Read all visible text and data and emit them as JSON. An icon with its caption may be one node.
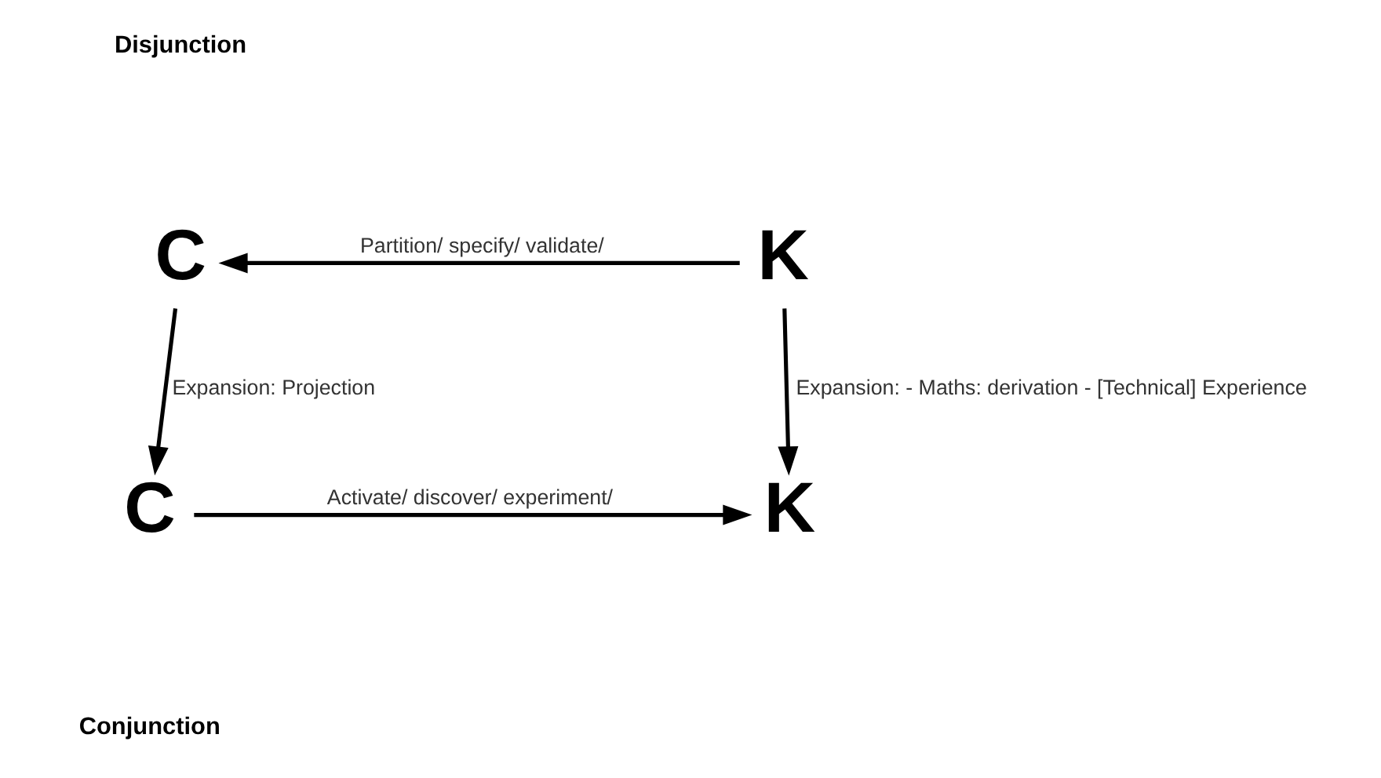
{
  "diagram": {
    "nodes": [
      {
        "text": [
          "C"
        ]
      },
      {
        "text": [
          "K"
        ]
      },
      {
        "text": [
          "C"
        ]
      },
      {
        "text": [
          "K"
        ]
      }
    ],
    "edges": [
      {
        "from": 1,
        "to": 0,
        "arrow": "to",
        "label": "Partition/ specify/ validate/"
      },
      {
        "from": 0,
        "to": 2,
        "arrow": "to",
        "label": "Expansion: Projection"
      },
      {
        "from": 1,
        "to": 3,
        "arrow": "to",
        "label": "Expansion: - Maths: derivation - [Technical] Experience"
      },
      {
        "from": 2,
        "to": 3,
        "arrow": "to",
        "label": "Activate/ discover/ experiment/"
      }
    ],
    "labels": [
      "Disjunction",
      "Conjunction"
    ]
  }
}
